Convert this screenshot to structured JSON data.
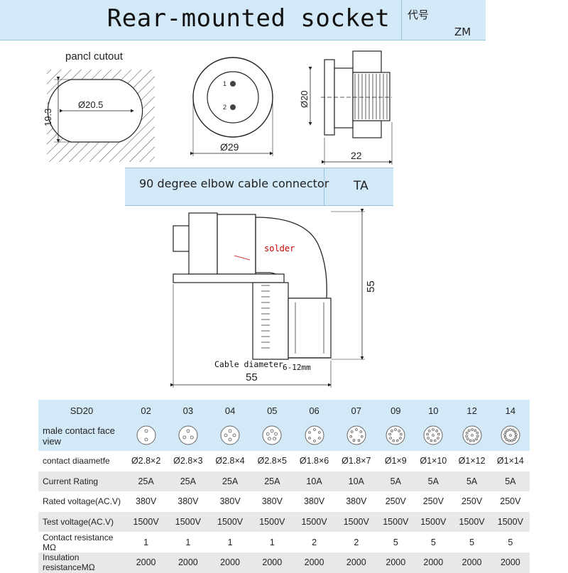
{
  "header": {
    "title": "Rear-mounted socket",
    "code_label": "代号",
    "code_value": "ZM"
  },
  "panel_cutout": {
    "label": "pancl cutout",
    "diameter": "Ø20.5",
    "flat": "19.3"
  },
  "front_view": {
    "diameter": "Ø29",
    "pin_1": "1",
    "pin_2": "2"
  },
  "side_view": {
    "diameter": "Ø20",
    "length": "22"
  },
  "elbow": {
    "title": "90 degree elbow cable connector",
    "code": "TA",
    "solder": "solder",
    "cable_label": "Cable diameter",
    "cable_range": "6-12mm",
    "height": "55",
    "width": "55"
  },
  "table": {
    "header_label": "SD20",
    "columns": [
      "02",
      "03",
      "04",
      "05",
      "06",
      "07",
      "09",
      "10",
      "12",
      "14"
    ],
    "pin_counts": [
      2,
      3,
      4,
      5,
      6,
      7,
      9,
      10,
      12,
      14
    ],
    "face_label": "male contact face view",
    "rows": [
      {
        "label": "contact diaametfe",
        "values": [
          "Ø2.8×2",
          "Ø2.8×3",
          "Ø2.8×4",
          "Ø2.8×5",
          "Ø1.8×6",
          "Ø1.8×7",
          "Ø1×9",
          "Ø1×10",
          "Ø1×12",
          "Ø1×14"
        ]
      },
      {
        "label": "Current Rating",
        "values": [
          "25A",
          "25A",
          "25A",
          "25A",
          "10A",
          "10A",
          "5A",
          "5A",
          "5A",
          "5A"
        ]
      },
      {
        "label": "Rated voltage(AC.V)",
        "values": [
          "380V",
          "380V",
          "380V",
          "380V",
          "380V",
          "380V",
          "250V",
          "250V",
          "250V",
          "250V"
        ]
      },
      {
        "label": "Test voltage(AC.V)",
        "values": [
          "1500V",
          "1500V",
          "1500V",
          "1500V",
          "1500V",
          "1500V",
          "1500V",
          "1500V",
          "1500V",
          "1500V"
        ]
      },
      {
        "label": "Contact resistance MΩ",
        "values": [
          "1",
          "1",
          "1",
          "1",
          "2",
          "2",
          "5",
          "5",
          "5",
          "5"
        ]
      },
      {
        "label": "Insulation resistanceMΩ",
        "values": [
          "2000",
          "2000",
          "2000",
          "2000",
          "2000",
          "2000",
          "2000",
          "2000",
          "2000",
          "2000"
        ]
      }
    ]
  }
}
